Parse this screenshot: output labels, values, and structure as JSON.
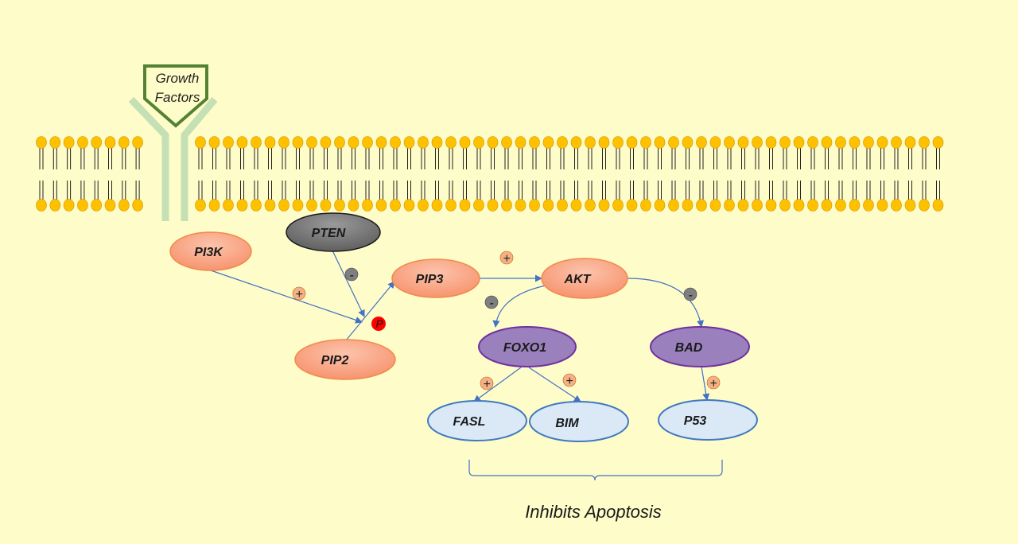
{
  "diagram": {
    "receptor": {
      "label_line1": "Growth",
      "label_line2": "Factors"
    },
    "nodes": {
      "pi3k": "PI3K",
      "pten": "PTEN",
      "pip2": "PIP2",
      "pip3": "PIP3",
      "akt": "AKT",
      "foxo1": "FOXO1",
      "bad": "BAD",
      "fasl": "FASL",
      "bim": "BIM",
      "p53": "P53"
    },
    "signs": {
      "plus": "+",
      "minus": "-"
    },
    "phospho_label": "P",
    "outcome": "Inhibits Apoptosis",
    "colors": {
      "background": "#fefcc8",
      "salmon_fill": "#f8a488",
      "salmon_stroke": "#ef8a4a",
      "gray_fill": "#7f7f7f",
      "purple_fill": "#9a80bc",
      "purple_stroke": "#7030a0",
      "lightblue_fill": "#dbe9f7",
      "blue_stroke": "#3f79c1",
      "arrow": "#4472c4",
      "lipid_head": "#ffc000",
      "receptor": "#c5e0b4",
      "receptor_outline": "#548235",
      "phospho": "#ff0000"
    }
  }
}
